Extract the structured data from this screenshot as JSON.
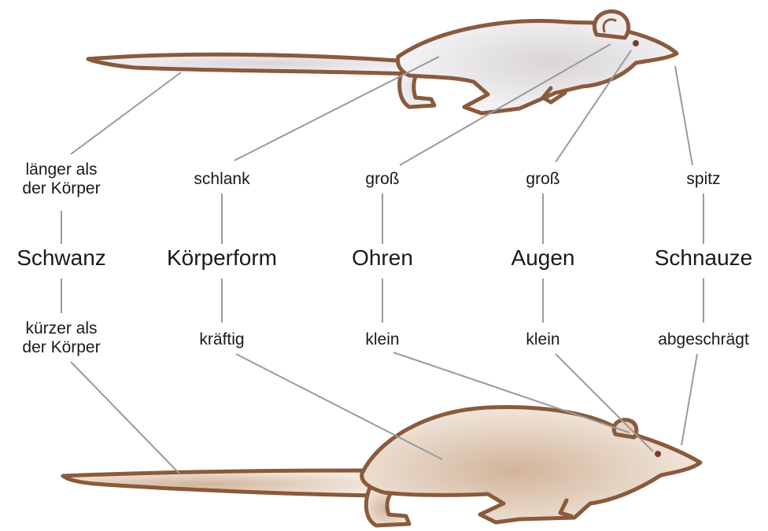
{
  "columns": [
    {
      "key": "tail",
      "top": "länger als\nder Körper",
      "category": "Schwanz",
      "bottom": "kürzer als\nder Körper"
    },
    {
      "key": "body",
      "top": "schlank",
      "category": "Körperform",
      "bottom": "kräftig"
    },
    {
      "key": "ears",
      "top": "groß",
      "category": "Ohren",
      "bottom": "klein"
    },
    {
      "key": "eyes",
      "top": "groß",
      "category": "Augen",
      "bottom": "klein"
    },
    {
      "key": "snout",
      "top": "spitz",
      "category": "Schnauze",
      "bottom": "abgeschrägt"
    }
  ],
  "colors": {
    "mouse_fill": "#e9e5e8",
    "rat_fill": "#dfc6b0",
    "outline": "#8a5a3c",
    "connector": "#9a9a9a",
    "text": "#1a1a1a"
  }
}
